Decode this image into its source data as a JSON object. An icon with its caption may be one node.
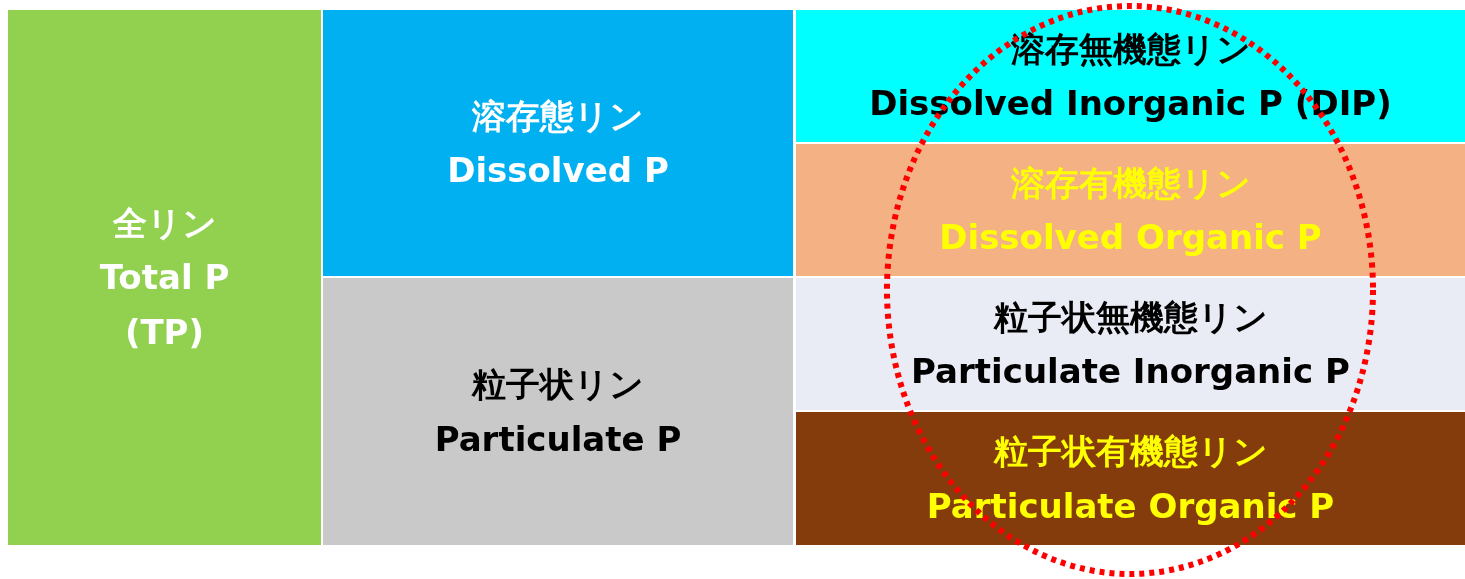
{
  "diagram": {
    "nodes": [
      {
        "text": [
          "全リン",
          "Total P (TP)"
        ]
      },
      {
        "text": [
          "溶存態リン",
          "Dissolved P"
        ]
      },
      {
        "text": [
          "粒子状リン",
          "Particulate P"
        ]
      },
      {
        "text": [
          "溶存無機態リン",
          "Dissolved Inorganic P (DIP)"
        ]
      },
      {
        "text": [
          "溶存有機態リン",
          "Dissolved Organic P"
        ]
      },
      {
        "text": [
          "粒子状無機態リン",
          "Particulate Inorganic P"
        ]
      },
      {
        "text": [
          "粒子状有機態リン",
          "Particulate Organic P"
        ]
      }
    ]
  }
}
